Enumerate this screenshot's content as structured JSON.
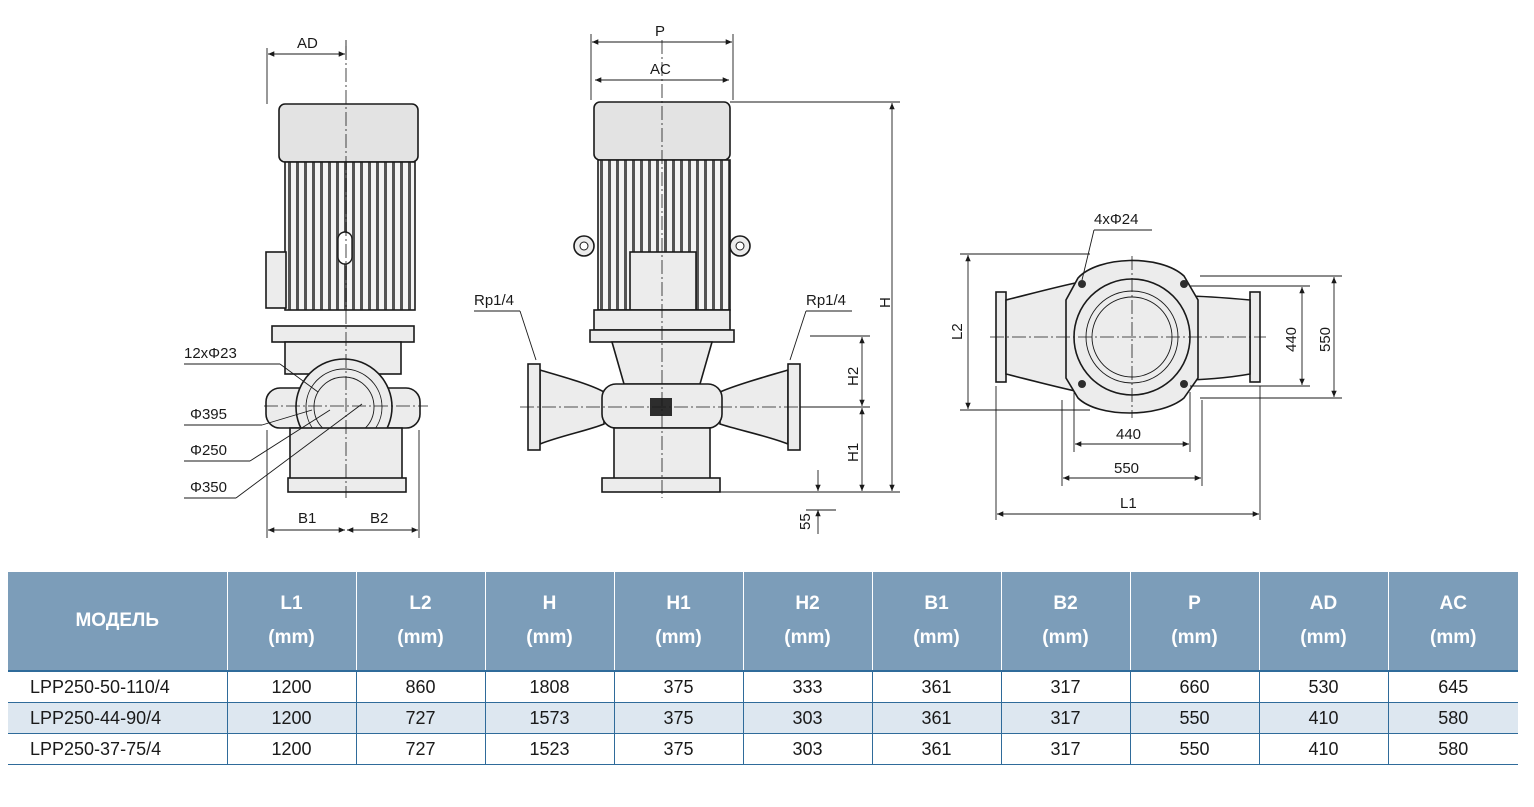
{
  "drawing": {
    "labels": {
      "ad": "AD",
      "p": "P",
      "ac": "AC",
      "h": "H",
      "h1": "H1",
      "h2": "H2",
      "b1": "B1",
      "b2": "B2",
      "l1": "L1",
      "l2": "L2",
      "rp_left": "Rp1/4",
      "rp_right": "Rp1/4",
      "bolts_flange": "12xΦ23",
      "bolts_base": "4xΦ24",
      "dia_395": "Φ395",
      "dia_250": "Φ250",
      "dia_350": "Φ350",
      "dim_55": "55",
      "dim_440_v": "440",
      "dim_550_v": "550",
      "dim_440_h": "440",
      "dim_550_h": "550"
    }
  },
  "table": {
    "header": {
      "model": "МОДЕЛЬ",
      "unit": "(mm)",
      "cols": [
        "L1",
        "L2",
        "H",
        "H1",
        "H2",
        "B1",
        "B2",
        "P",
        "AD",
        "AC"
      ]
    },
    "rows": [
      {
        "model": "LPP250-50-110/4",
        "values": [
          "1200",
          "860",
          "1808",
          "375",
          "333",
          "361",
          "317",
          "660",
          "530",
          "645"
        ]
      },
      {
        "model": "LPP250-44-90/4",
        "values": [
          "1200",
          "727",
          "1573",
          "375",
          "303",
          "361",
          "317",
          "550",
          "410",
          "580"
        ]
      },
      {
        "model": "LPP250-37-75/4",
        "values": [
          "1200",
          "727",
          "1523",
          "375",
          "303",
          "361",
          "317",
          "550",
          "410",
          "580"
        ]
      }
    ]
  }
}
